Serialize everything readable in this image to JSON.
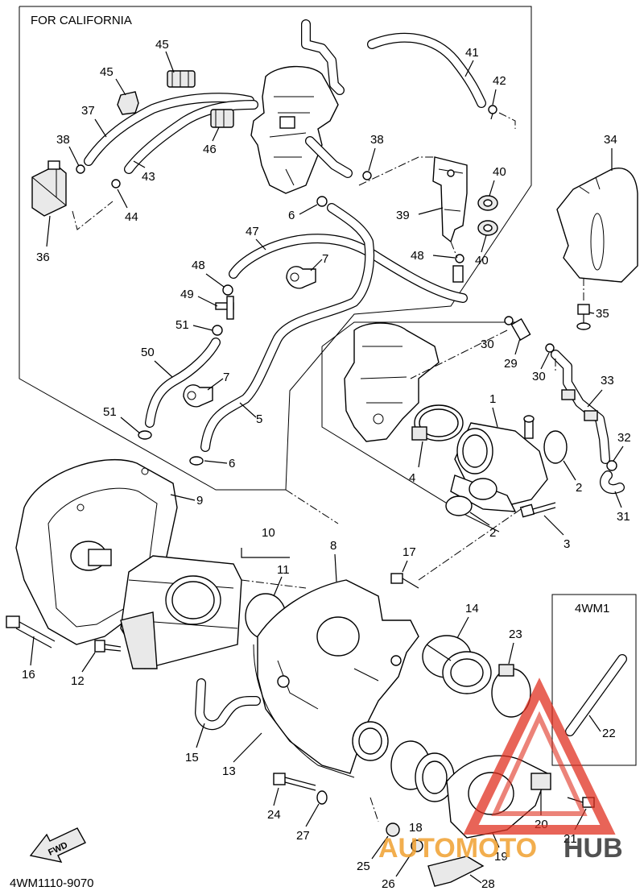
{
  "header": {
    "california_title": "FOR CALIFORNIA",
    "inset_title": "4WM1",
    "catalog_code": "4WM1110-9070",
    "fwd_label": "FWD"
  },
  "callouts": {
    "c1": "1",
    "c2a": "2",
    "c2b": "2",
    "c3": "3",
    "c4": "4",
    "c5": "5",
    "c6a": "6",
    "c6b": "6",
    "c7a": "7",
    "c7b": "7",
    "c8": "8",
    "c9": "9",
    "c10": "10",
    "c11": "11",
    "c12": "12",
    "c13": "13",
    "c14": "14",
    "c15": "15",
    "c16": "16",
    "c17": "17",
    "c18": "18",
    "c19": "19",
    "c20": "20",
    "c21": "21",
    "c22": "22",
    "c23": "23",
    "c24": "24",
    "c25": "25",
    "c26": "26",
    "c27": "27",
    "c28": "28",
    "c29": "29",
    "c30a": "30",
    "c30b": "30",
    "c31": "31",
    "c32": "32",
    "c33": "33",
    "c34": "34",
    "c35": "35",
    "c36": "36",
    "c37": "37",
    "c38a": "38",
    "c38b": "38",
    "c39": "39",
    "c40a": "40",
    "c40b": "40",
    "c41": "41",
    "c42": "42",
    "c43": "43",
    "c44": "44",
    "c45a": "45",
    "c45b": "45",
    "c46": "46",
    "c47": "47",
    "c48a": "48",
    "c48b": "48",
    "c49": "49",
    "c50": "50",
    "c51a": "51",
    "c51b": "51"
  },
  "watermark": {
    "brand_part1": "AUTOMOTO",
    "brand_part2": "HUB",
    "color_red": "#e03020",
    "color_orange": "#f0a030",
    "color_dark": "#333333"
  }
}
